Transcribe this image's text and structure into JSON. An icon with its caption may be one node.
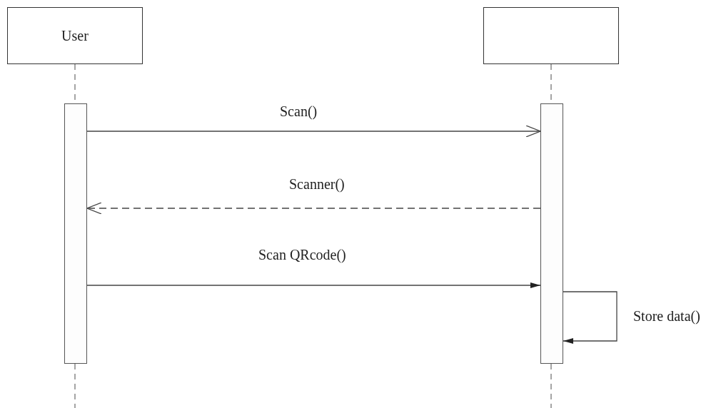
{
  "diagram": {
    "nodes": [
      {
        "text": [
          "User"
        ]
      },
      {
        "text": [],
        "shape": "box"
      },
      {
        "text": [],
        "shape": "bar"
      },
      {
        "text": [],
        "shape": "bar"
      }
    ],
    "edges": [
      {
        "from": 2,
        "to": 3,
        "arrow": "to",
        "label": "Scan()"
      },
      {
        "from": 3,
        "to": 2,
        "arrow": "to",
        "label": "Scanner()",
        "style": "dashed"
      },
      {
        "from": 2,
        "to": 3,
        "arrow": "to",
        "label": "Scan QRcode()"
      },
      {
        "from": 3,
        "to": 3,
        "arrow": "to",
        "label": "Store data()"
      }
    ]
  }
}
